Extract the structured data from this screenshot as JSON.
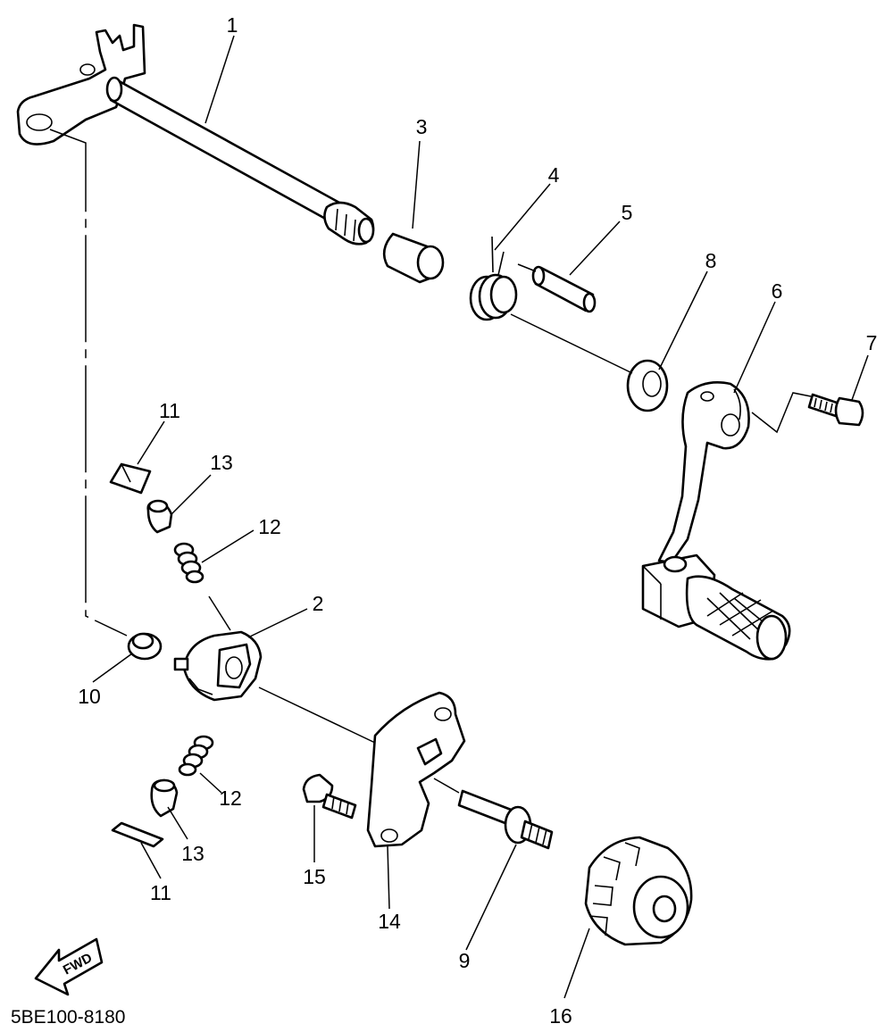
{
  "diagram_code": "5BE100-8180",
  "fwd_label": "FWD",
  "callouts": {
    "c1": "1",
    "c2": "2",
    "c3": "3",
    "c4": "4",
    "c5": "5",
    "c6": "6",
    "c7": "7",
    "c8": "8",
    "c9": "9",
    "c10": "10",
    "c11a": "11",
    "c11b": "11",
    "c12a": "12",
    "c12b": "12",
    "c13a": "13",
    "c13b": "13",
    "c14": "14",
    "c15": "15",
    "c16": "16"
  }
}
